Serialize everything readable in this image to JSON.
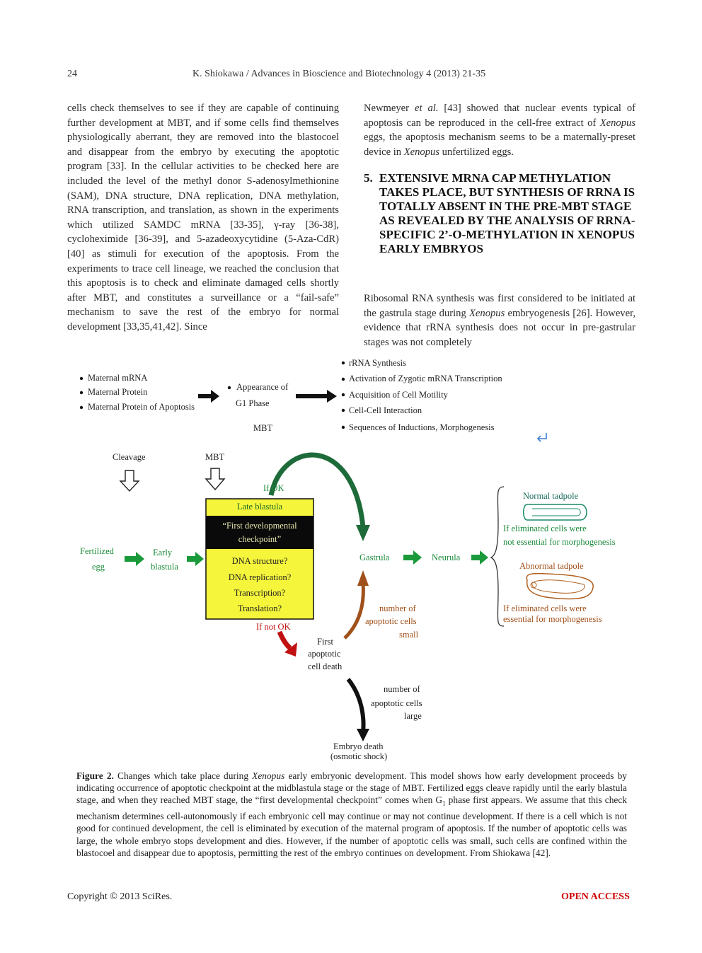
{
  "header": {
    "page_number": "24",
    "running_title": "K. Shiokawa / Advances in Bioscience and Biotechnology 4 (2013) 21-35"
  },
  "left_column": {
    "text": "cells check themselves to see if they are capable of continuing further development at MBT, and if some cells find themselves physiologically aberrant, they are removed into the blastocoel and disappear from the embryo by executing the apoptotic program [33]. In the cellular activities to be checked here are included the level of the methyl donor S-adenosylmethionine (SAM), DNA structure, DNA replication, DNA methylation, RNA transcription, and translation, as shown in the experiments which utilized SAMDC mRNA [33-35], γ-ray [36-38], cycloheximide [36-39], and 5-azadeoxycytidine (5-Aza-CdR) [40] as stimuli for execution of the apoptosis. From the experiments to trace cell lineage, we reached the conclusion that this apoptosis is to check and eliminate damaged cells shortly after MBT, and constitutes a surveillance or a “fail-safe” mechanism to save the rest of the embryo for normal development [33,35,41,42]. Since"
  },
  "right_column": {
    "para1_a": "Newmeyer ",
    "para1_etal": "et al.",
    "para1_b": " [43] showed that nuclear events typical of apoptosis can be reproduced in the cell-free extract of ",
    "para1_xen1": "Xenopus",
    "para1_c": " eggs, the apoptosis mechanism seems to be a maternally-preset device in ",
    "para1_xen2": "Xenopus",
    "para1_d": " unfertilized eggs.",
    "section_number": "5.",
    "section_title": "EXTENSIVE MRNA CAP METHYLATION TAKES PLACE, BUT SYNTHESIS OF RRNA IS TOTALLY ABSENT IN THE PRE-MBT STAGE AS REVEALED BY THE ANALYSIS OF RRNA-SPECIFIC 2’-O-METHYLATION IN XENOPUS EARLY EMBRYOS",
    "para2_a": "Ribosomal RNA synthesis was first considered to be initiated at the gastrula stage during ",
    "para2_xen": "Xenopus",
    "para2_b": " embryogenesis [26]. However, evidence that rRNA synthesis does not occur in pre-gastrular stages was not completely"
  },
  "figure": {
    "top_left_list": [
      "Maternal mRNA",
      "Maternal Protein",
      "Maternal Protein of Apoptosis"
    ],
    "g1_line1": "Appearance of",
    "g1_line2": "G1 Phase",
    "mbt_label": "MBT",
    "top_right_list": [
      "rRNA Synthesis",
      "Activation of Zygotic mRNA Transcription",
      "Acquisition of Cell Motility",
      "Cell-Cell Interaction",
      "Sequences of Inductions, Morphogenesis"
    ],
    "cleavage": "Cleavage",
    "mbt_arrow_label": "MBT",
    "if_ok": "If OK",
    "late_blastula": "Late blastula",
    "checkpoint_line1": "“First developmental",
    "checkpoint_line2": "checkpoint”",
    "checks": [
      "DNA structure?",
      "DNA replication?",
      "Transcription?",
      "Translation?"
    ],
    "if_not_ok": "If not OK",
    "fertilized_egg_1": "Fertilized",
    "fertilized_egg_2": "egg",
    "early_blastula_1": "Early",
    "early_blastula_2": "blastula",
    "gastrula": "Gastrula",
    "neurula": "Neurula",
    "normal_tadpole": "Normal tadpole",
    "normal_note_1": "If eliminated cells were",
    "normal_note_2": "not essential for morphogenesis",
    "abnormal_tadpole": "Abnormal tadpole",
    "abnormal_note_1": "If eliminated cells were",
    "abnormal_note_2": "essential for morphogenesis",
    "small_1": "number of",
    "small_2": "apoptotic cells",
    "small_3": "small",
    "first_death_1": "First",
    "first_death_2": "apoptotic",
    "first_death_3": "cell death",
    "large_1": "number of",
    "large_2": "apoptotic cells",
    "large_3": "large",
    "embryo_death_1": "Embryo death",
    "embryo_death_2": "(osmotic shock)",
    "colors": {
      "green": "#1a8a3a",
      "dark_green": "#1e6b3a",
      "red": "#c01010",
      "brown": "#a0501a",
      "yellow": "#f5f53c"
    }
  },
  "caption": {
    "label": "Figure 2.",
    "a": " Changes which take place during ",
    "xen": "Xenopus",
    "b": " early embryonic development. This model shows how early development proceeds by indicating occurrence of apoptotic checkpoint at the midblastula stage or the stage of MBT. Fertilized eggs cleave rapidly until the early blastula stage, and when they reached MBT stage, the “first developmental checkpoint” comes when G",
    "sub": "1",
    "c": " phase first appears. We assume that this check mechanism determines cell-autonomously if each embryonic cell may continue or may not continue development. If there is a cell which is not good for continued development, the cell is eliminated by execution of the maternal program of apoptosis. If the number of apoptotic cells was large, the whole embryo stops development and dies. However, if the number of apoptotic cells was small, such cells are confined within the blastocoel and disappear due to apoptosis, permitting the rest of the embryo continues on development. From Shiokawa [42]."
  },
  "footer": {
    "copyright": "Copyright © 2013 SciRes.",
    "open_access": "OPEN ACCESS"
  }
}
